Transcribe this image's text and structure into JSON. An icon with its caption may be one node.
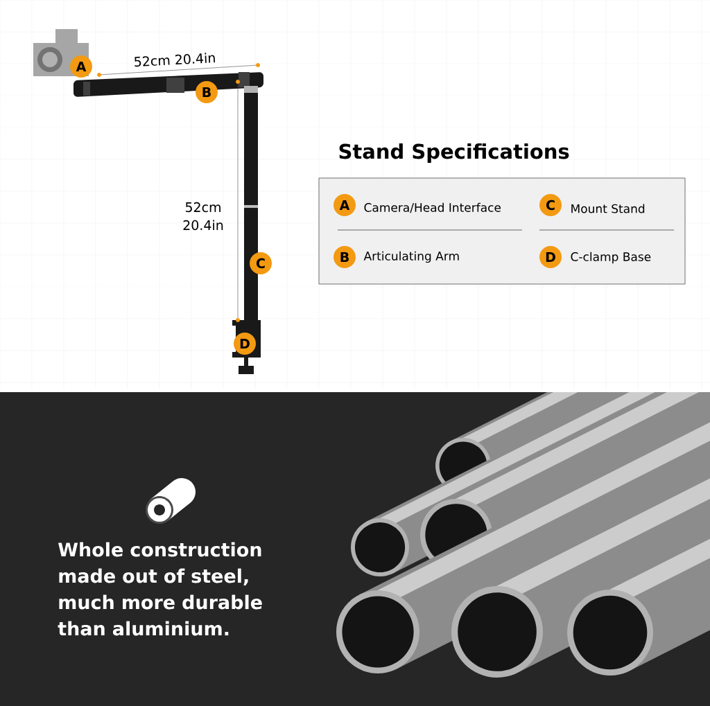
{
  "diagram": {
    "title": "Stand Specifications",
    "labels": [
      "A",
      "52cm 20.4in",
      "B",
      "52cm 20.4in",
      "C",
      "D",
      "A",
      "Camera/Head Interface",
      "C",
      "Mount Stand",
      "B",
      "Articulating Arm",
      "D",
      "C-clamp Base",
      "Whole construction made out of steel, much more durable than aluminium."
    ]
  }
}
